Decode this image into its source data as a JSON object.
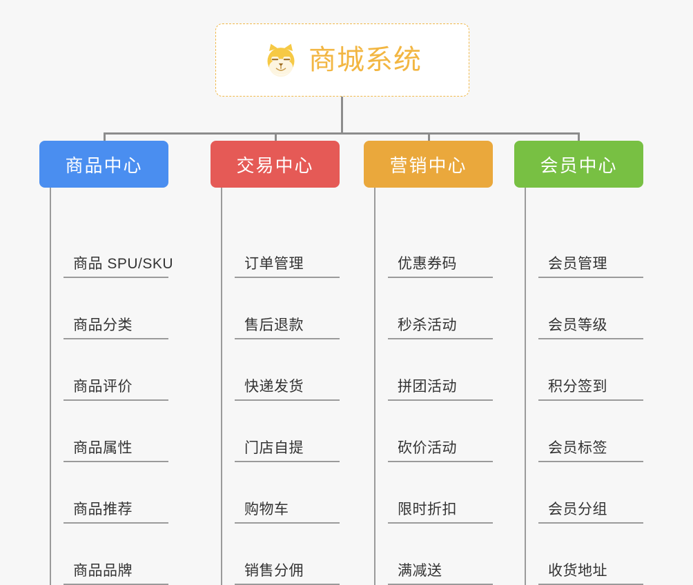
{
  "root": {
    "title": "商城系统",
    "icon": "shiba-dog-icon",
    "border_color": "#f0b849",
    "text_color": "#f2b642",
    "background": "#ffffff"
  },
  "canvas": {
    "background": "#f7f7f7",
    "connector_color": "#8c8c8c",
    "leaf_line_color": "#9a9a9a",
    "leaf_text_color": "#333333"
  },
  "columns": [
    {
      "title": "商品中心",
      "color": "#4a8ef0",
      "items": [
        "商品 SPU/SKU",
        "商品分类",
        "商品评价",
        "商品属性",
        "商品推荐",
        "商品品牌"
      ]
    },
    {
      "title": "交易中心",
      "color": "#e55a56",
      "items": [
        "订单管理",
        "售后退款",
        "快递发货",
        "门店自提",
        "购物车",
        "销售分佣"
      ]
    },
    {
      "title": "营销中心",
      "color": "#eaa83c",
      "items": [
        "优惠券码",
        "秒杀活动",
        "拼团活动",
        "砍价活动",
        "限时折扣",
        "满减送"
      ]
    },
    {
      "title": "会员中心",
      "color": "#78c043",
      "items": [
        "会员管理",
        "会员等级",
        "积分签到",
        "会员标签",
        "会员分组",
        "收货地址"
      ]
    }
  ]
}
